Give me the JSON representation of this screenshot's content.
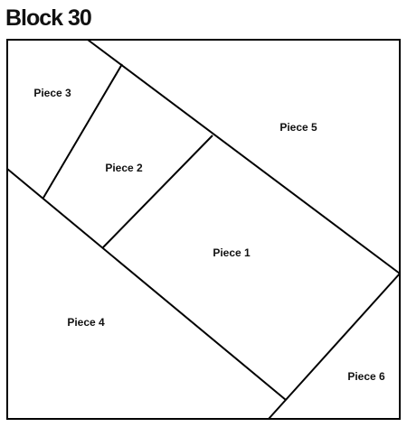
{
  "title": "Block 30",
  "colors": {
    "line": "#000000",
    "background": "#ffffff"
  },
  "pieces": [
    {
      "id": "piece-1",
      "label": "Piece 1"
    },
    {
      "id": "piece-2",
      "label": "Piece 2"
    },
    {
      "id": "piece-3",
      "label": "Piece 3"
    },
    {
      "id": "piece-4",
      "label": "Piece 4"
    },
    {
      "id": "piece-5",
      "label": "Piece 5"
    },
    {
      "id": "piece-6",
      "label": "Piece 6"
    }
  ]
}
